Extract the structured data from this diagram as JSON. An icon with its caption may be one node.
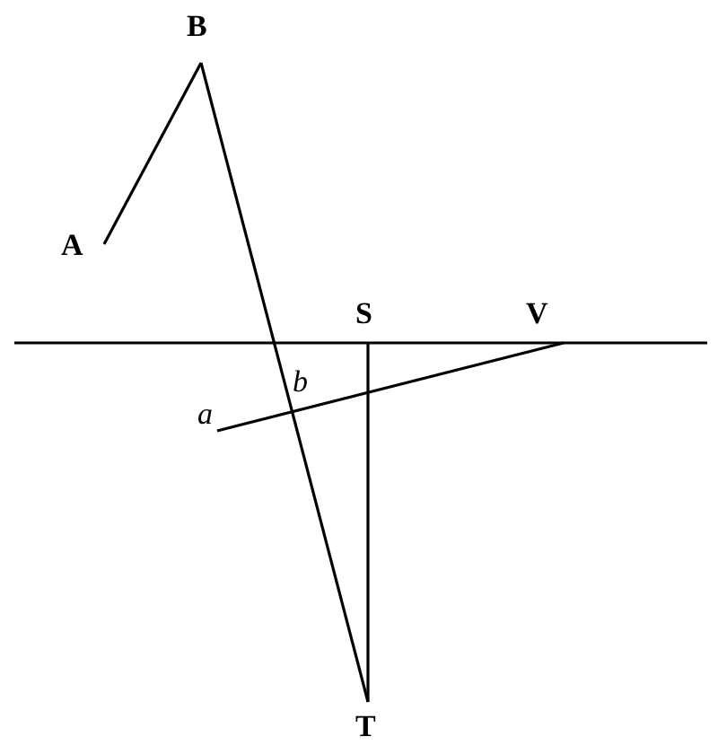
{
  "diagram": {
    "nodes": [
      {
        "text": [
          "B"
        ]
      },
      {
        "text": [
          "A"
        ]
      },
      {
        "text": [
          "S"
        ]
      },
      {
        "text": [
          "V"
        ]
      },
      {
        "text": [
          "a"
        ]
      },
      {
        "text": [
          "T"
        ]
      }
    ],
    "edges": [
      {
        "from": 1,
        "to": 0,
        "arrow": "none"
      },
      {
        "from": 0,
        "to": 5,
        "arrow": "none"
      },
      {
        "from": 2,
        "to": 5,
        "arrow": "none"
      },
      {
        "from": 4,
        "to": 3,
        "arrow": "none"
      }
    ],
    "labels": [
      "b"
    ]
  }
}
